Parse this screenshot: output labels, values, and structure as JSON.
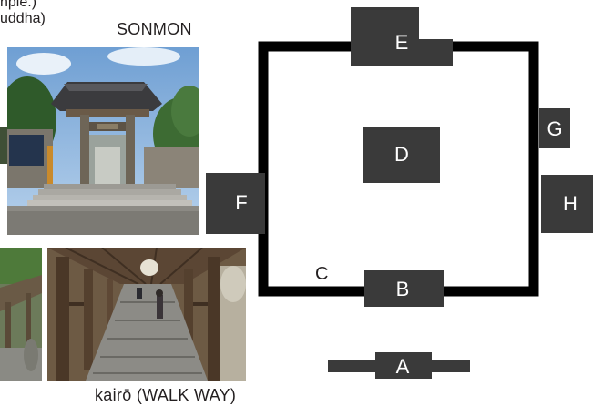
{
  "captions": {
    "top_cut_1": "nple.)",
    "top_cut_2": "uddha)",
    "sonmon": "SONMON",
    "kairo": "kairō (WALK WAY)"
  },
  "diagram": {
    "labels": {
      "A": "A",
      "B": "B",
      "C": "C",
      "D": "D",
      "E": "E",
      "F": "F",
      "G": "G",
      "H": "H"
    }
  },
  "colors": {
    "block": "#3a3a3a",
    "wall": "#000000",
    "label_text": "#ffffff",
    "caption_text": "#231f20"
  }
}
